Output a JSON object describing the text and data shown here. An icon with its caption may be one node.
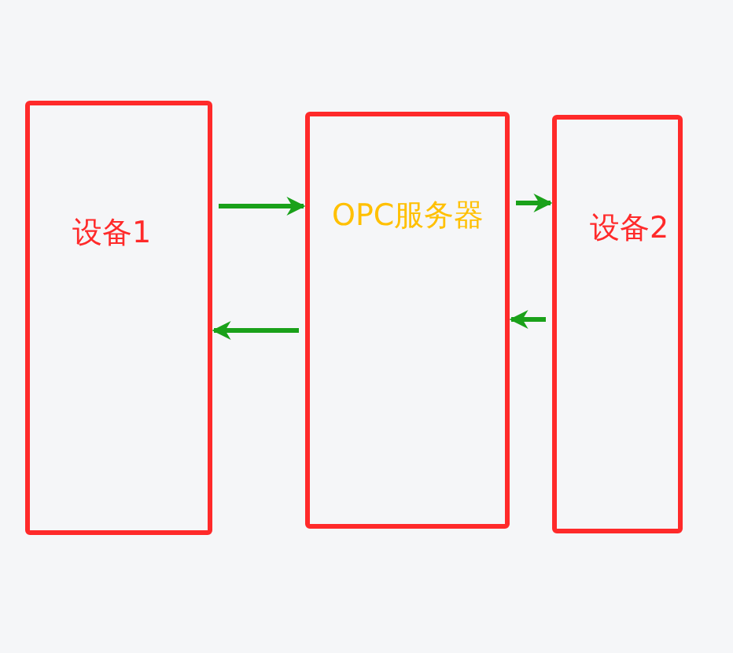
{
  "diagram": {
    "nodes": [
      {
        "text": [
          "设备1"
        ]
      },
      {
        "text": [
          "OPC服务器"
        ]
      },
      {
        "text": [
          "设备2"
        ]
      }
    ],
    "edges": [
      {
        "from": 0,
        "to": 1,
        "arrow": "to"
      },
      {
        "from": 1,
        "to": 0,
        "arrow": "to"
      },
      {
        "from": 1,
        "to": 2,
        "arrow": "to"
      },
      {
        "from": 2,
        "to": 1,
        "arrow": "to"
      }
    ]
  }
}
